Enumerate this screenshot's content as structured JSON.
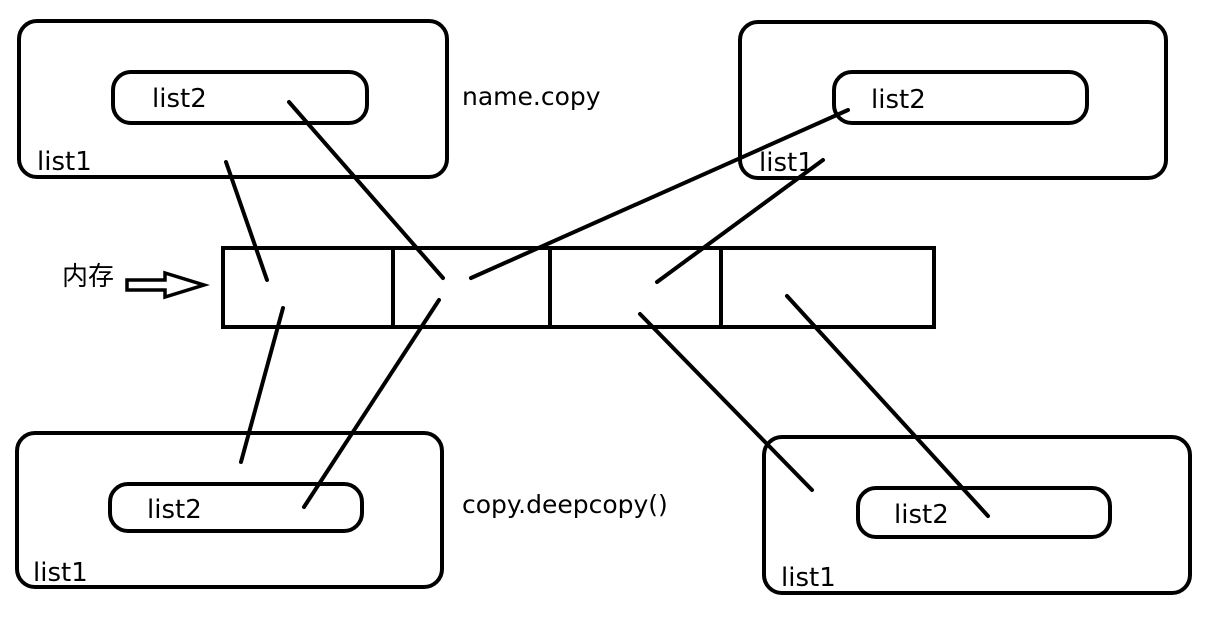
{
  "labels": {
    "shallow_copy": "name.copy",
    "deep_copy": "copy.deepcopy()",
    "memory": "内存"
  },
  "boxes": {
    "top_left": {
      "outer": "list1",
      "inner": "list2"
    },
    "top_right": {
      "outer": "list1",
      "inner": "list2"
    },
    "bottom_left": {
      "outer": "list1",
      "inner": "list2"
    },
    "bottom_right": {
      "outer": "list1",
      "inner": "list2"
    }
  },
  "colors": {
    "stroke": "#000000",
    "background": "#ffffff"
  }
}
